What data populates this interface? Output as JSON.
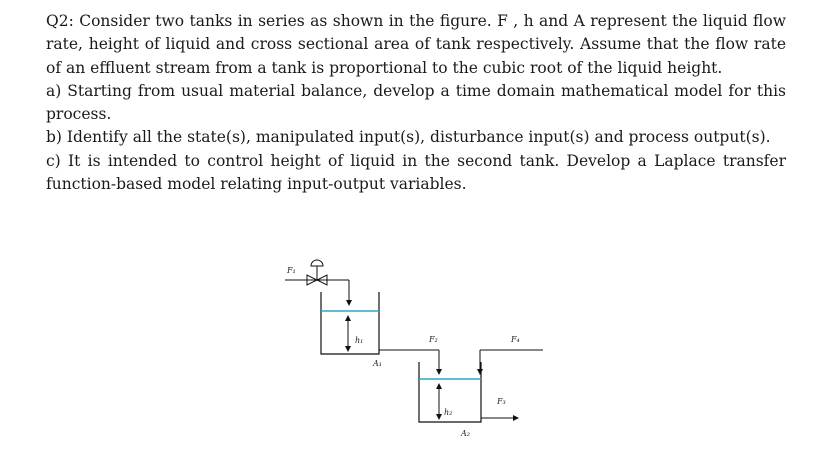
{
  "question": {
    "intro": "Q2: Consider two tanks in series as shown in the figure. F , h and A represent the liquid flow rate, height of liquid and cross sectional area of tank respectively. Assume that the flow rate of an effluent stream from a tank is proportional to the cubic root of the liquid height.",
    "part_a": "a) Starting from usual material balance, develop a time domain mathematical model for this process.",
    "part_b": "b) Identify all the state(s), manipulated input(s), disturbance input(s) and process output(s).",
    "part_c": "c) It is intended to control height of liquid in the second tank. Develop a Laplace transfer function-based model relating input-output variables."
  },
  "figure": {
    "labels": {
      "f1": "F₁",
      "f2": "F₂",
      "f3": "F₃",
      "f4": "F₄",
      "h1": "h₁",
      "h2": "h₂",
      "a1": "A₁",
      "a2": "A₂"
    },
    "liquid_color": "#29a9c9"
  }
}
